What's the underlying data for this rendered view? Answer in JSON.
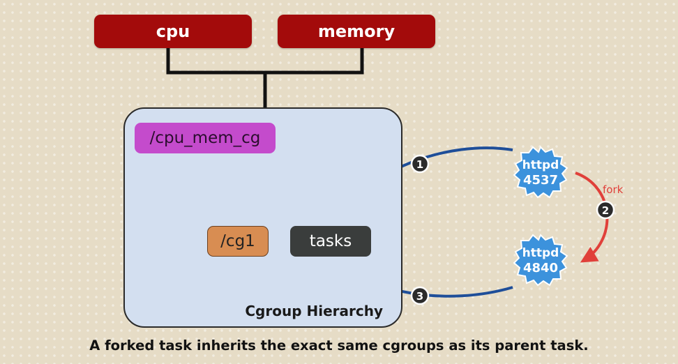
{
  "subsystems": {
    "cpu": "cpu",
    "memory": "memory"
  },
  "hierarchy": {
    "label": "Cgroup Hierarchy",
    "root": "/cpu_mem_cg",
    "child": "/cg1",
    "tasks": "tasks"
  },
  "processes": {
    "parent": {
      "name": "httpd",
      "pid": "4537"
    },
    "child": {
      "name": "httpd",
      "pid": "4840"
    }
  },
  "fork_label": "fork",
  "steps": [
    "1",
    "2",
    "3"
  ],
  "colors": {
    "subsystem": "#a30b0b",
    "root_cgroup": "#c44bcc",
    "child_cgroup": "#d88d52",
    "tasks": "#3a3d3c",
    "hierarchy_bg": "#d3dff0",
    "arrow_blue": "#1e4e99",
    "arrow_red": "#e0403a",
    "process": "#3c92dc"
  },
  "caption": "A forked task inherits the exact same cgroups as its parent task."
}
